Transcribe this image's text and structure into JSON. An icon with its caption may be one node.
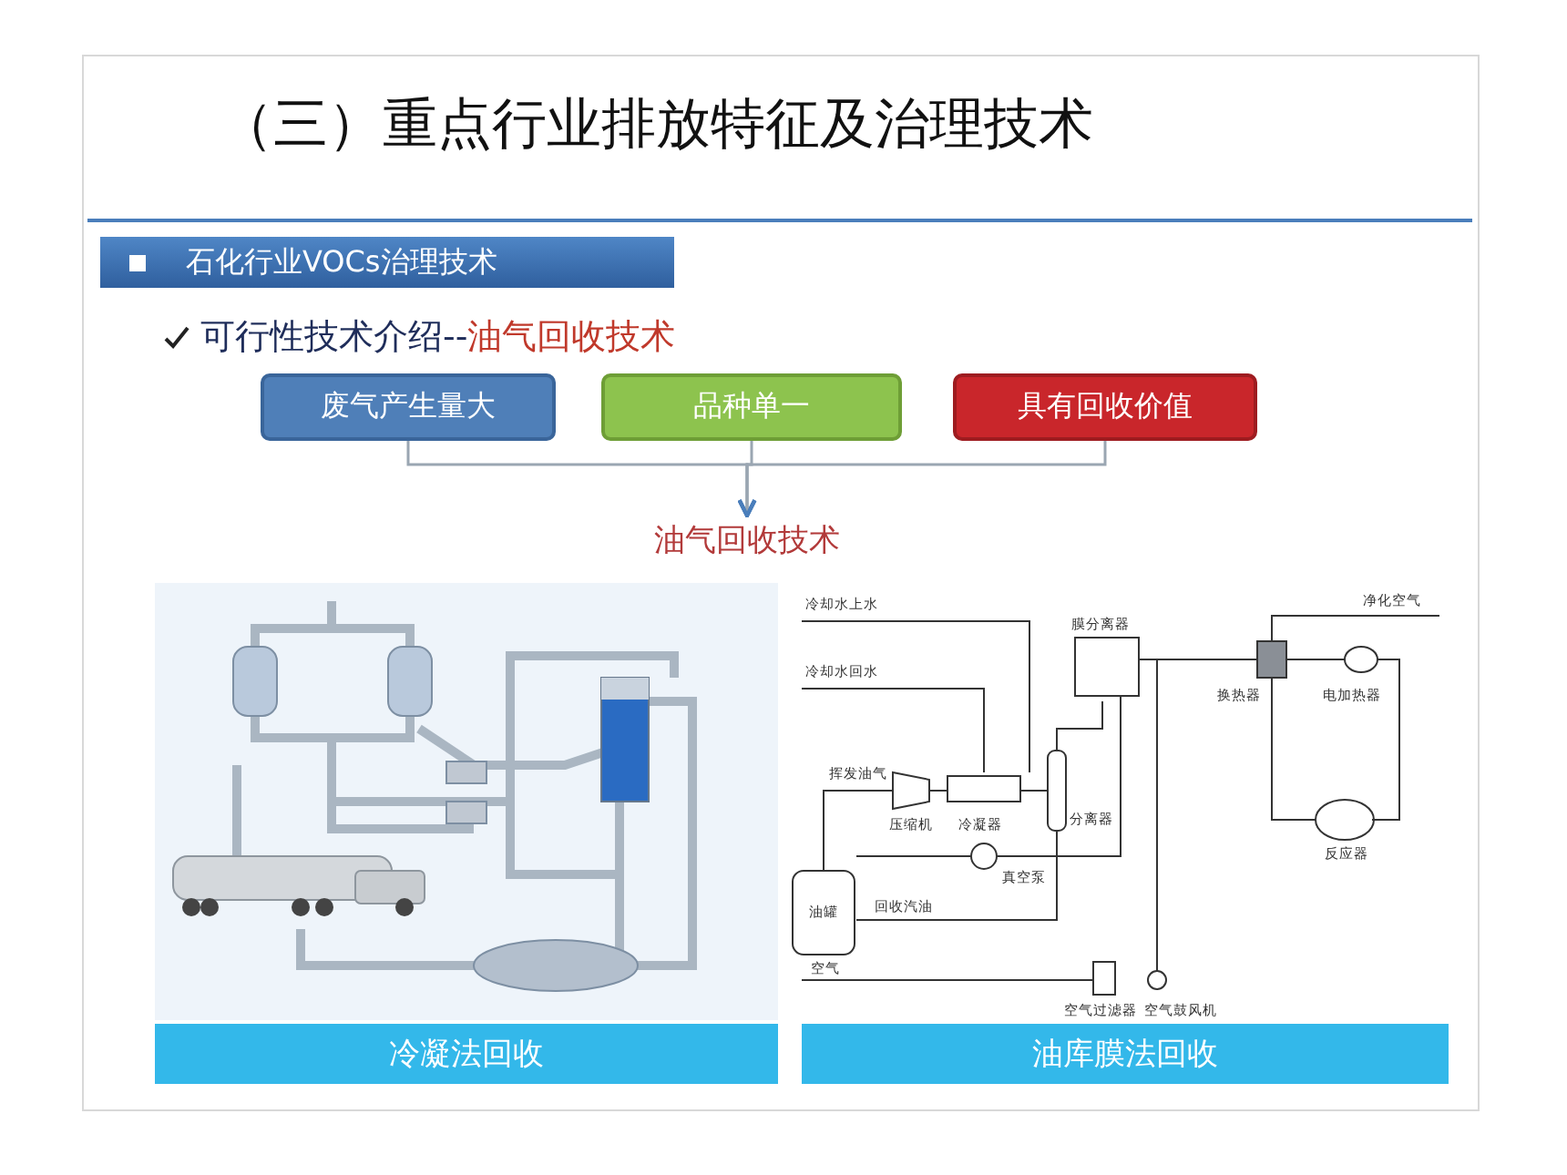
{
  "diagram": {
    "title": "（三）重点行业排放特征及治理技术",
    "nodes": [
      {
        "text": [
          "石化行业VOCs治理技术"
        ]
      },
      {
        "text": [
          "废气产生量大"
        ]
      },
      {
        "text": [
          "品种单一"
        ]
      },
      {
        "text": [
          "具有回收价值"
        ]
      },
      {
        "text": [
          "油气回收技术"
        ]
      },
      {
        "text": [
          "冷凝法回收"
        ]
      },
      {
        "text": [
          "油库膜法回收"
        ]
      }
    ],
    "edges": [
      {
        "from": 1,
        "to": 4,
        "arrow": "to"
      },
      {
        "from": 2,
        "to": 4,
        "arrow": "to"
      },
      {
        "from": 3,
        "to": 4,
        "arrow": "to"
      }
    ],
    "labels": [
      "可行性技术介绍--",
      "油气回收技术",
      "冷却水上水",
      "冷却水回水",
      "膜分离器",
      "挥发油气",
      "压缩机",
      "冷凝器",
      "分离器",
      "回收汽油",
      "真空泵",
      "油罐",
      "空气",
      "空气过滤器",
      "空气鼓风机",
      "净化空气",
      "换热器",
      "电加热器",
      "反应器"
    ]
  }
}
